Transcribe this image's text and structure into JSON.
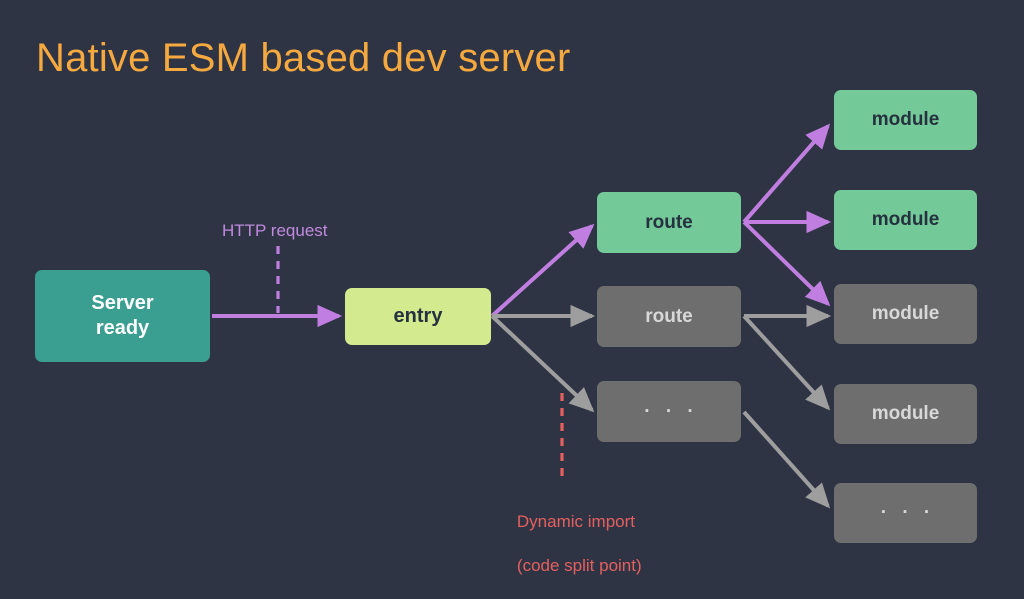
{
  "slide": {
    "title": "Native ESM based dev server",
    "background_color": "#2f3444",
    "title_color": "#f5a93f"
  },
  "colors": {
    "purple": "#c07fe0",
    "gray": "#9e9e9e",
    "red": "#e4605f",
    "teal": "#3a9e91",
    "lime": "#d3eb8e",
    "green": "#73c998",
    "gray_box": "#6e6e6e"
  },
  "nodes": {
    "server": {
      "label": "Server\nready",
      "line1": "Server",
      "line2": "ready",
      "kind": "teal"
    },
    "entry": {
      "label": "entry",
      "kind": "lime"
    },
    "route_top": {
      "label": "route",
      "kind": "green"
    },
    "route_mid": {
      "label": "route",
      "kind": "gray"
    },
    "route_dots": {
      "label": "· · ·",
      "kind": "gray"
    },
    "module_1": {
      "label": "module",
      "kind": "green"
    },
    "module_2": {
      "label": "module",
      "kind": "green"
    },
    "module_3": {
      "label": "module",
      "kind": "gray"
    },
    "module_4": {
      "label": "module",
      "kind": "gray"
    },
    "module_dots": {
      "label": "· · ·",
      "kind": "gray"
    }
  },
  "labels": {
    "http_request": "HTTP request",
    "dynamic_import_line1": "Dynamic import",
    "dynamic_import_line2": "(code split point)"
  },
  "diagram_data": {
    "type": "flow-diagram",
    "edges": [
      {
        "from": "server",
        "to": "entry",
        "color": "purple"
      },
      {
        "from": "entry",
        "to": "route_top",
        "color": "purple"
      },
      {
        "from": "entry",
        "to": "route_mid",
        "color": "gray"
      },
      {
        "from": "entry",
        "to": "route_dots",
        "color": "gray"
      },
      {
        "from": "route_top",
        "to": "module_1",
        "color": "purple"
      },
      {
        "from": "route_top",
        "to": "module_2",
        "color": "purple"
      },
      {
        "from": "route_top",
        "to": "module_3",
        "color": "purple"
      },
      {
        "from": "route_mid",
        "to": "module_3",
        "color": "gray"
      },
      {
        "from": "route_mid",
        "to": "module_4",
        "color": "gray"
      },
      {
        "from": "route_dots",
        "to": "module_dots",
        "color": "gray"
      }
    ],
    "annotations": [
      {
        "text": "HTTP request",
        "color": "purple",
        "marker": "dashed-vertical-line"
      },
      {
        "text": "Dynamic import (code split point)",
        "color": "red",
        "marker": "dashed-vertical-line"
      }
    ]
  }
}
